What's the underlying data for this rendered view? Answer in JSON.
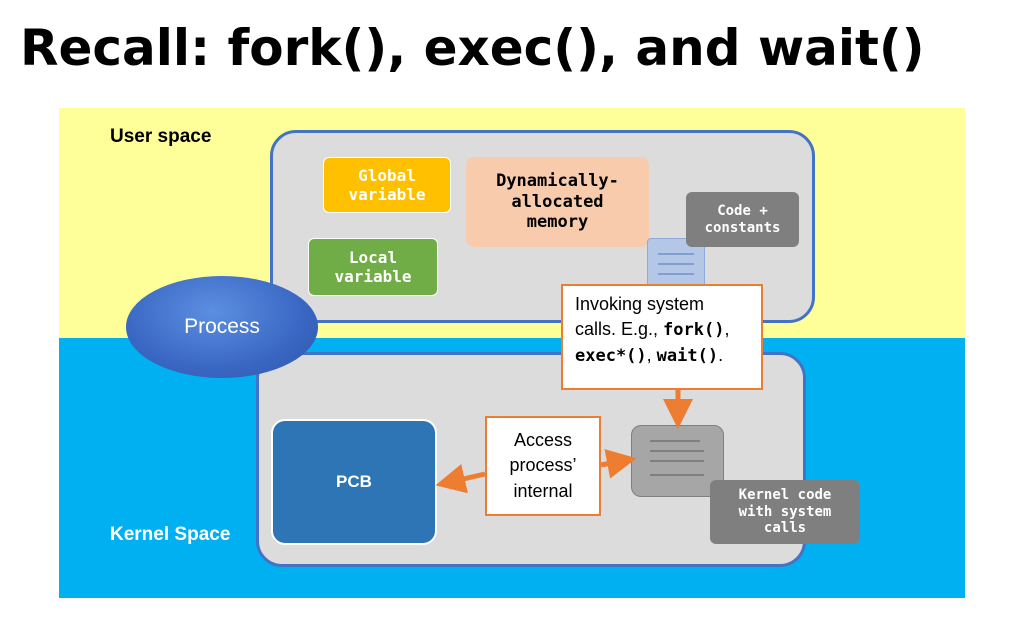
{
  "title": "Recall: fork(), exec(), and wait()",
  "user_space": {
    "label": "User space",
    "global_variable": "Global\nvariable",
    "dynamic_memory": "Dynamically-\nallocated\nmemory",
    "local_variable": "Local\nvariable",
    "code_constants": "Code +\nconstants"
  },
  "process": {
    "label": "Process"
  },
  "syscall_note": {
    "line1": "Invoking system",
    "line2_prefix": "calls. E.g., ",
    "fork": "fork()",
    "comma1": ",",
    "exec": "exec*()",
    "comma2": ", ",
    "wait": "wait()",
    "period": "."
  },
  "kernel_space": {
    "label": "Kernel Space",
    "pcb": "PCB",
    "access_note": "Access\nprocess’\ninternal",
    "kernel_code": "Kernel code\nwith system\ncalls"
  },
  "colors": {
    "user_band": "#ffff99",
    "kernel_band": "#00b0f0",
    "box_border": "#4472c4",
    "arrow": "#ed7d31"
  }
}
